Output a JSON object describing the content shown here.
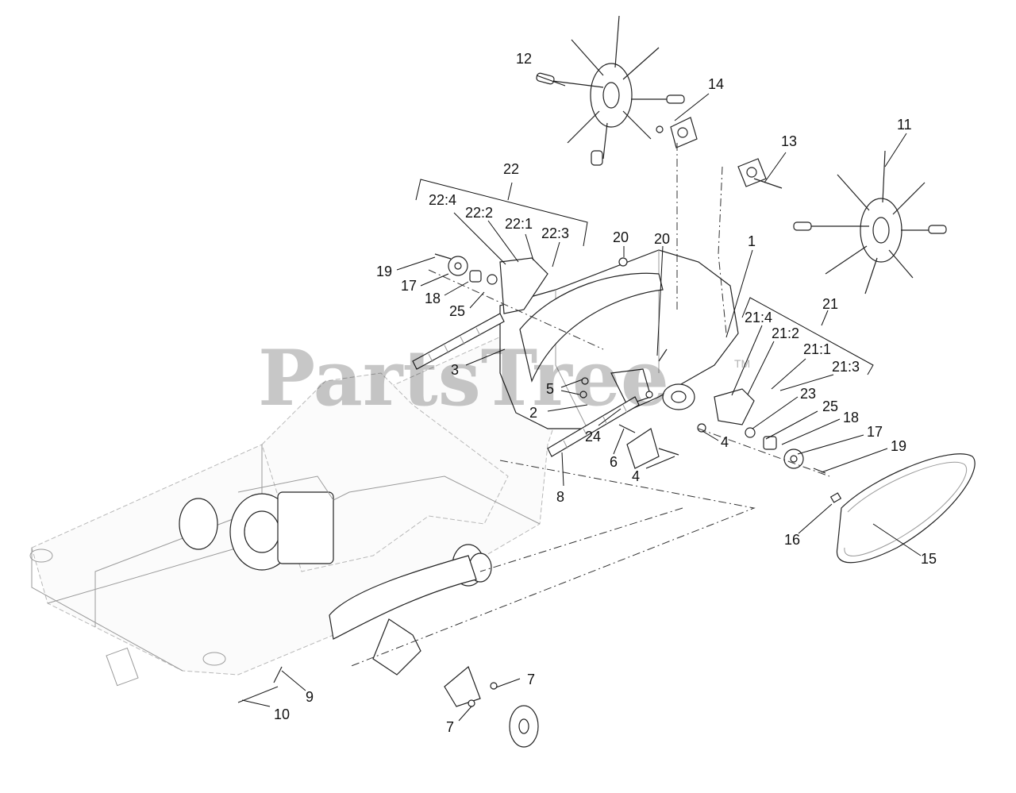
{
  "watermark": {
    "text": "PartsTree",
    "trademark": "TM"
  },
  "callouts": [
    "1",
    "2",
    "3",
    "4",
    "4",
    "5",
    "6",
    "7",
    "7",
    "8",
    "9",
    "10",
    "11",
    "12",
    "13",
    "14",
    "15",
    "16",
    "17",
    "17",
    "18",
    "18",
    "19",
    "19",
    "20",
    "20",
    "21",
    "21:1",
    "21:2",
    "21:3",
    "21:4",
    "22",
    "22:1",
    "22:2",
    "22:3",
    "22:4",
    "23",
    "24",
    "25",
    "25"
  ],
  "colors": {
    "line": "#111111",
    "faded": "#b8b8b8",
    "watermark": "#000000"
  }
}
